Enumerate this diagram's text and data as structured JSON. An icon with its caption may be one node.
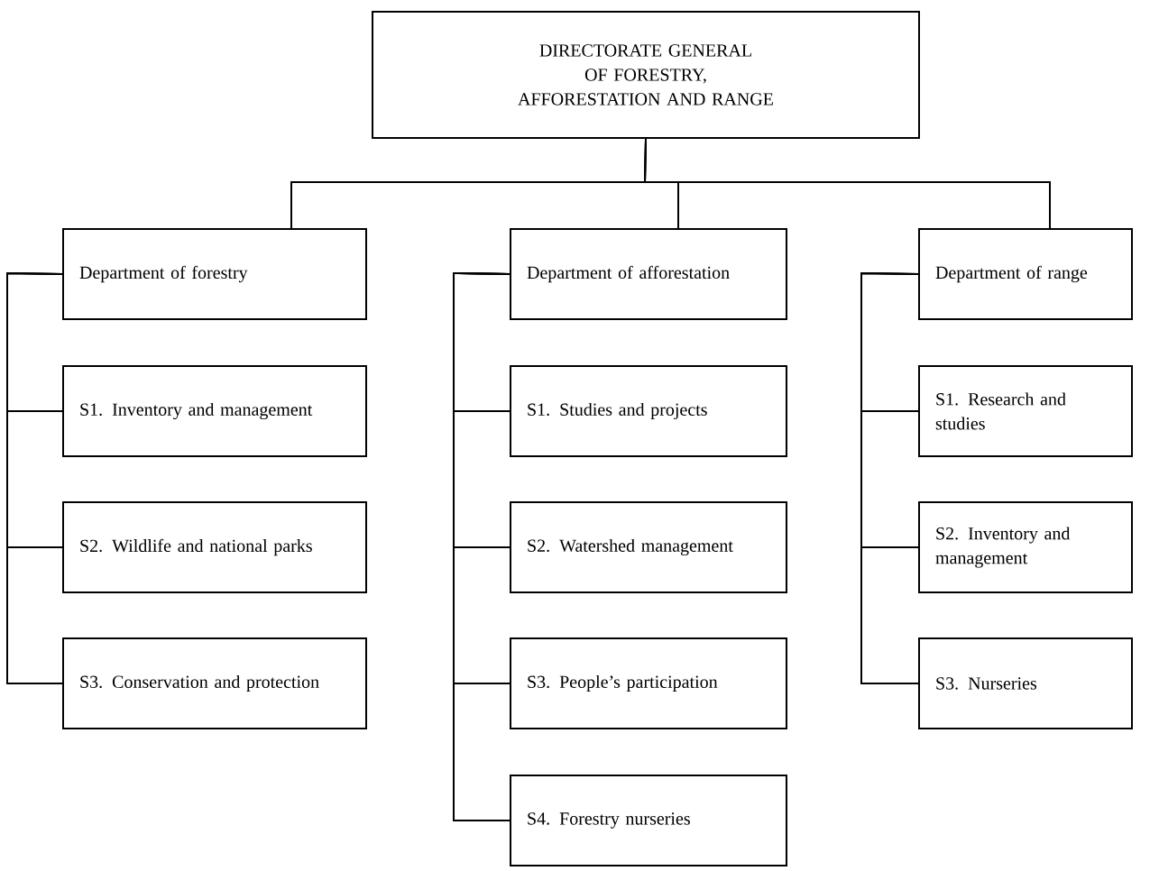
{
  "diagram": {
    "nodes": [
      {
        "text": [
          "DIRECTORATE GENERAL OF FORESTRY, AFFORESTATION AND RANGE"
        ]
      },
      {
        "text": [
          "Department of forestry"
        ]
      },
      {
        "text": [
          "S1. Inventory and management"
        ]
      },
      {
        "text": [
          "S2. Wildlife and national parks"
        ]
      },
      {
        "text": [
          "S3. Conservation and protection"
        ]
      },
      {
        "text": [
          "Department of afforestation"
        ]
      },
      {
        "text": [
          "S1. Studies and projects"
        ]
      },
      {
        "text": [
          "S2. Watershed management"
        ]
      },
      {
        "text": [
          "S3. People’s participation"
        ]
      },
      {
        "text": [
          "S4. Forestry nurseries"
        ]
      },
      {
        "text": [
          "Department of range"
        ]
      },
      {
        "text": [
          "S1. Research and studies"
        ]
      },
      {
        "text": [
          "S2. Inventory and management"
        ]
      },
      {
        "text": [
          "S3. Nurseries"
        ]
      }
    ],
    "edges": [
      {
        "from": 0,
        "to": 1,
        "arrow": "none"
      },
      {
        "from": 0,
        "to": 5,
        "arrow": "none"
      },
      {
        "from": 0,
        "to": 10,
        "arrow": "none"
      },
      {
        "from": 1,
        "to": 2,
        "arrow": "none"
      },
      {
        "from": 1,
        "to": 3,
        "arrow": "none"
      },
      {
        "from": 1,
        "to": 4,
        "arrow": "none"
      },
      {
        "from": 5,
        "to": 6,
        "arrow": "none"
      },
      {
        "from": 5,
        "to": 7,
        "arrow": "none"
      },
      {
        "from": 5,
        "to": 8,
        "arrow": "none"
      },
      {
        "from": 5,
        "to": 9,
        "arrow": "none"
      },
      {
        "from": 10,
        "to": 11,
        "arrow": "none"
      },
      {
        "from": 10,
        "to": 12,
        "arrow": "none"
      },
      {
        "from": 10,
        "to": 13,
        "arrow": "none"
      }
    ]
  }
}
